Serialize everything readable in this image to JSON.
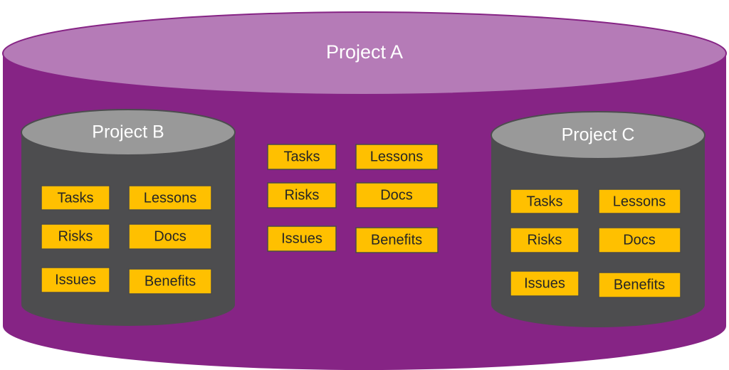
{
  "colors": {
    "outer_body": "#862485",
    "outer_top": "#b57bb7",
    "inner_body": "#4d4d4f",
    "inner_top": "#999999",
    "item_fill": "#ffc000"
  },
  "project_a": {
    "title": "Project A",
    "items": {
      "tasks": "Tasks",
      "lessons": "Lessons",
      "risks": "Risks",
      "docs": "Docs",
      "issues": "Issues",
      "benefits": "Benefits"
    }
  },
  "project_b": {
    "title": "Project B",
    "items": {
      "tasks": "Tasks",
      "lessons": "Lessons",
      "risks": "Risks",
      "docs": "Docs",
      "issues": "Issues",
      "benefits": "Benefits"
    }
  },
  "project_c": {
    "title": "Project C",
    "items": {
      "tasks": "Tasks",
      "lessons": "Lessons",
      "risks": "Risks",
      "docs": "Docs",
      "issues": "Issues",
      "benefits": "Benefits"
    }
  }
}
